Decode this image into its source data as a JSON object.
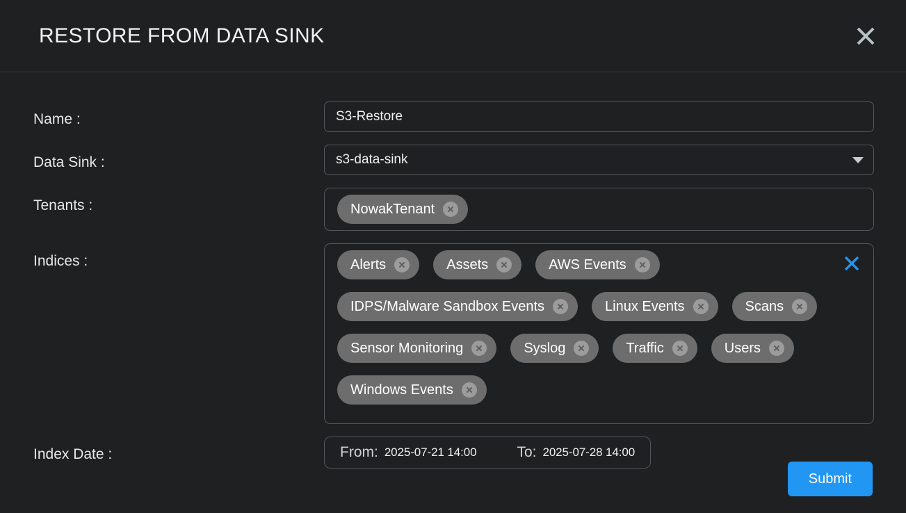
{
  "header": {
    "title": "RESTORE FROM DATA SINK",
    "close_icon": "close-icon"
  },
  "form": {
    "name": {
      "label": "Name :",
      "value": "S3-Restore",
      "placeholder": ""
    },
    "data_sink": {
      "label": "Data Sink :",
      "value": "s3-data-sink",
      "caret_icon": "chevron-down-icon"
    },
    "tenants": {
      "label": "Tenants :",
      "chips": [
        {
          "label": "NowakTenant",
          "remove_icon": "circle-x-icon"
        }
      ]
    },
    "indices": {
      "label": "Indices :",
      "clear_all_icon": "clear-all-x-icon",
      "chips": [
        {
          "label": "Alerts",
          "remove_icon": "circle-x-icon"
        },
        {
          "label": "Assets",
          "remove_icon": "circle-x-icon"
        },
        {
          "label": "AWS Events",
          "remove_icon": "circle-x-icon"
        },
        {
          "label": "IDPS/Malware Sandbox Events",
          "remove_icon": "circle-x-icon"
        },
        {
          "label": "Linux Events",
          "remove_icon": "circle-x-icon"
        },
        {
          "label": "Scans",
          "remove_icon": "circle-x-icon"
        },
        {
          "label": "Sensor Monitoring",
          "remove_icon": "circle-x-icon"
        },
        {
          "label": "Syslog",
          "remove_icon": "circle-x-icon"
        },
        {
          "label": "Traffic",
          "remove_icon": "circle-x-icon"
        },
        {
          "label": "Users",
          "remove_icon": "circle-x-icon"
        },
        {
          "label": "Windows Events",
          "remove_icon": "circle-x-icon"
        }
      ]
    },
    "index_date": {
      "label": "Index Date :",
      "from_label": "From:",
      "from_value": "2025-07-21 14:00",
      "to_label": "To:",
      "to_value": "2025-07-28 14:00"
    }
  },
  "footer": {
    "submit_label": "Submit"
  },
  "colors": {
    "background": "#1e2022",
    "accent": "#2196f3",
    "chip": "#6d6d6d",
    "border": "#53575b",
    "text": "#f0f0f0"
  }
}
